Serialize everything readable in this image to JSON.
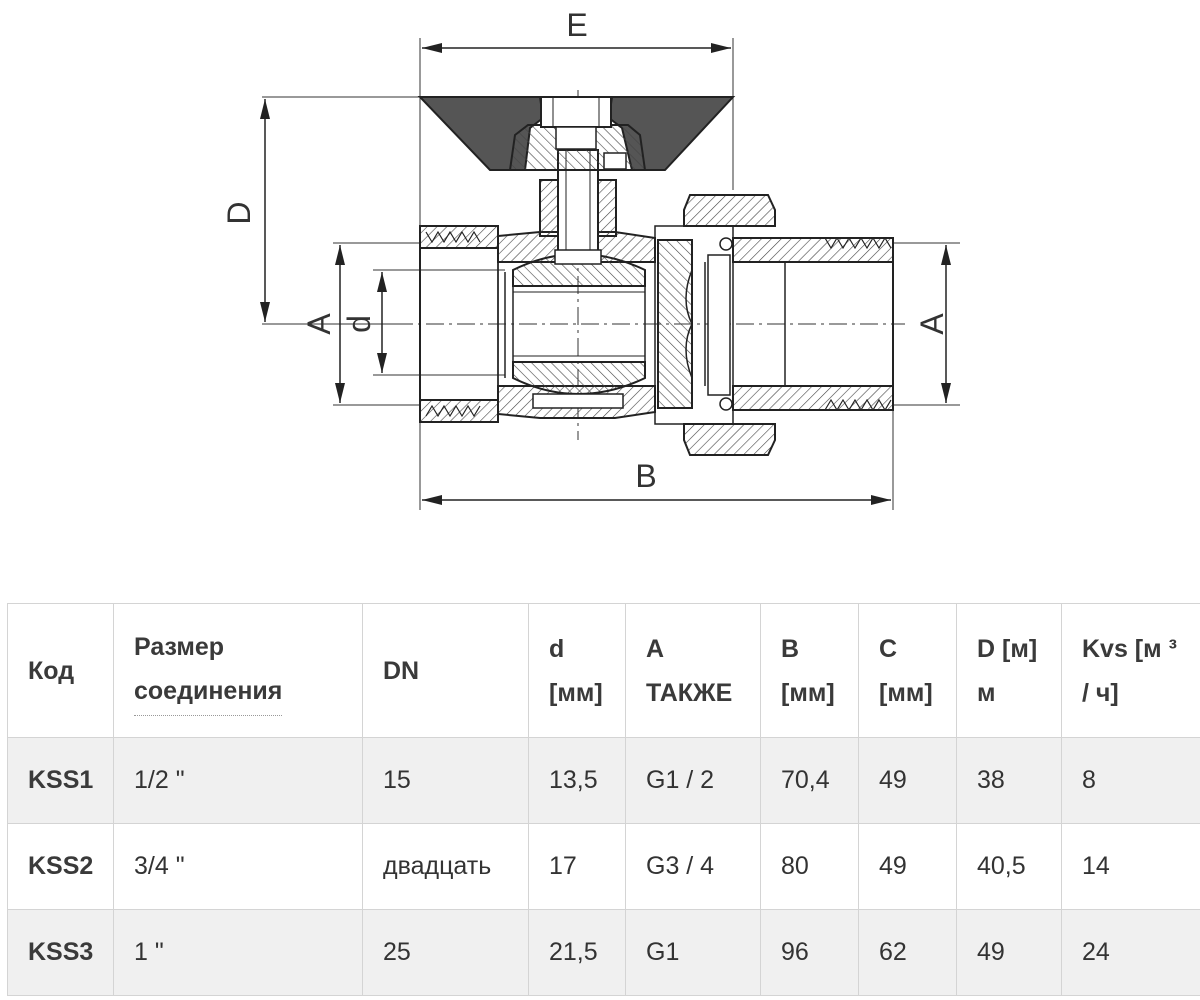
{
  "drawing": {
    "labels": {
      "E": "E",
      "D": "D",
      "A_left": "A",
      "d": "d",
      "A_right": "A",
      "B": "B"
    }
  },
  "table": {
    "headers": [
      [
        "Код"
      ],
      [
        "Размер",
        "соединения"
      ],
      [
        "DN"
      ],
      [
        "d",
        "[мм]"
      ],
      [
        "A",
        "ТАКЖЕ"
      ],
      [
        "B",
        "[мм]"
      ],
      [
        "C",
        "[мм]"
      ],
      [
        "D [м]",
        "м"
      ],
      [
        "Kvs [м ³",
        "/ ч]"
      ]
    ],
    "rows": [
      [
        "KSS1",
        "1/2 \"",
        "15",
        "13,5",
        "G1 / 2",
        "70,4",
        "49",
        "38",
        "8"
      ],
      [
        "KSS2",
        "3/4 \"",
        "двадцать",
        "17",
        "G3 / 4",
        "80",
        "49",
        "40,5",
        "14"
      ],
      [
        "KSS3",
        "1 \"",
        "25",
        "21,5",
        "G1",
        "96",
        "62",
        "49",
        "24"
      ]
    ]
  }
}
